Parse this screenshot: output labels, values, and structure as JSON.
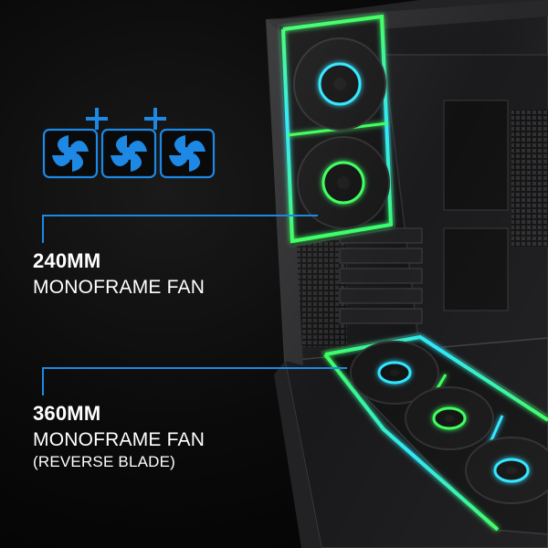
{
  "callouts": [
    {
      "size": "240MM",
      "name": "MONOFRAME FAN",
      "sub": ""
    },
    {
      "size": "360MM",
      "name": "MONOFRAME FAN",
      "sub": "(REVERSE BLADE)"
    }
  ],
  "colors": {
    "accent_blue": "#1e88e5",
    "rgb_green": "#39ff5a",
    "rgb_cyan": "#29e6ff",
    "text": "#ffffff"
  },
  "icons": {
    "fan_badge": "three-fans-with-plus-icon"
  }
}
